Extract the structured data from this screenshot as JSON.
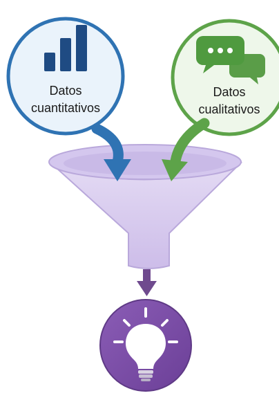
{
  "diagram": {
    "quantitative": {
      "line1": "Datos",
      "line2": "cuantitativos",
      "icon": "bar-chart-icon",
      "accent": "#2f73b3",
      "fill": "#eaf3fb",
      "icon_color": "#1f4b83"
    },
    "qualitative": {
      "line1": "Datos",
      "line2": "cualitativos",
      "icon": "chat-bubbles-icon",
      "accent": "#5da349",
      "fill": "#eef7ea",
      "icon_color": "#4f9a3f"
    },
    "funnel": {
      "color": "#d8ccee",
      "stroke": "#b9a8db"
    },
    "insight": {
      "icon": "lightbulb-icon",
      "color": "#7c4fa4"
    }
  }
}
